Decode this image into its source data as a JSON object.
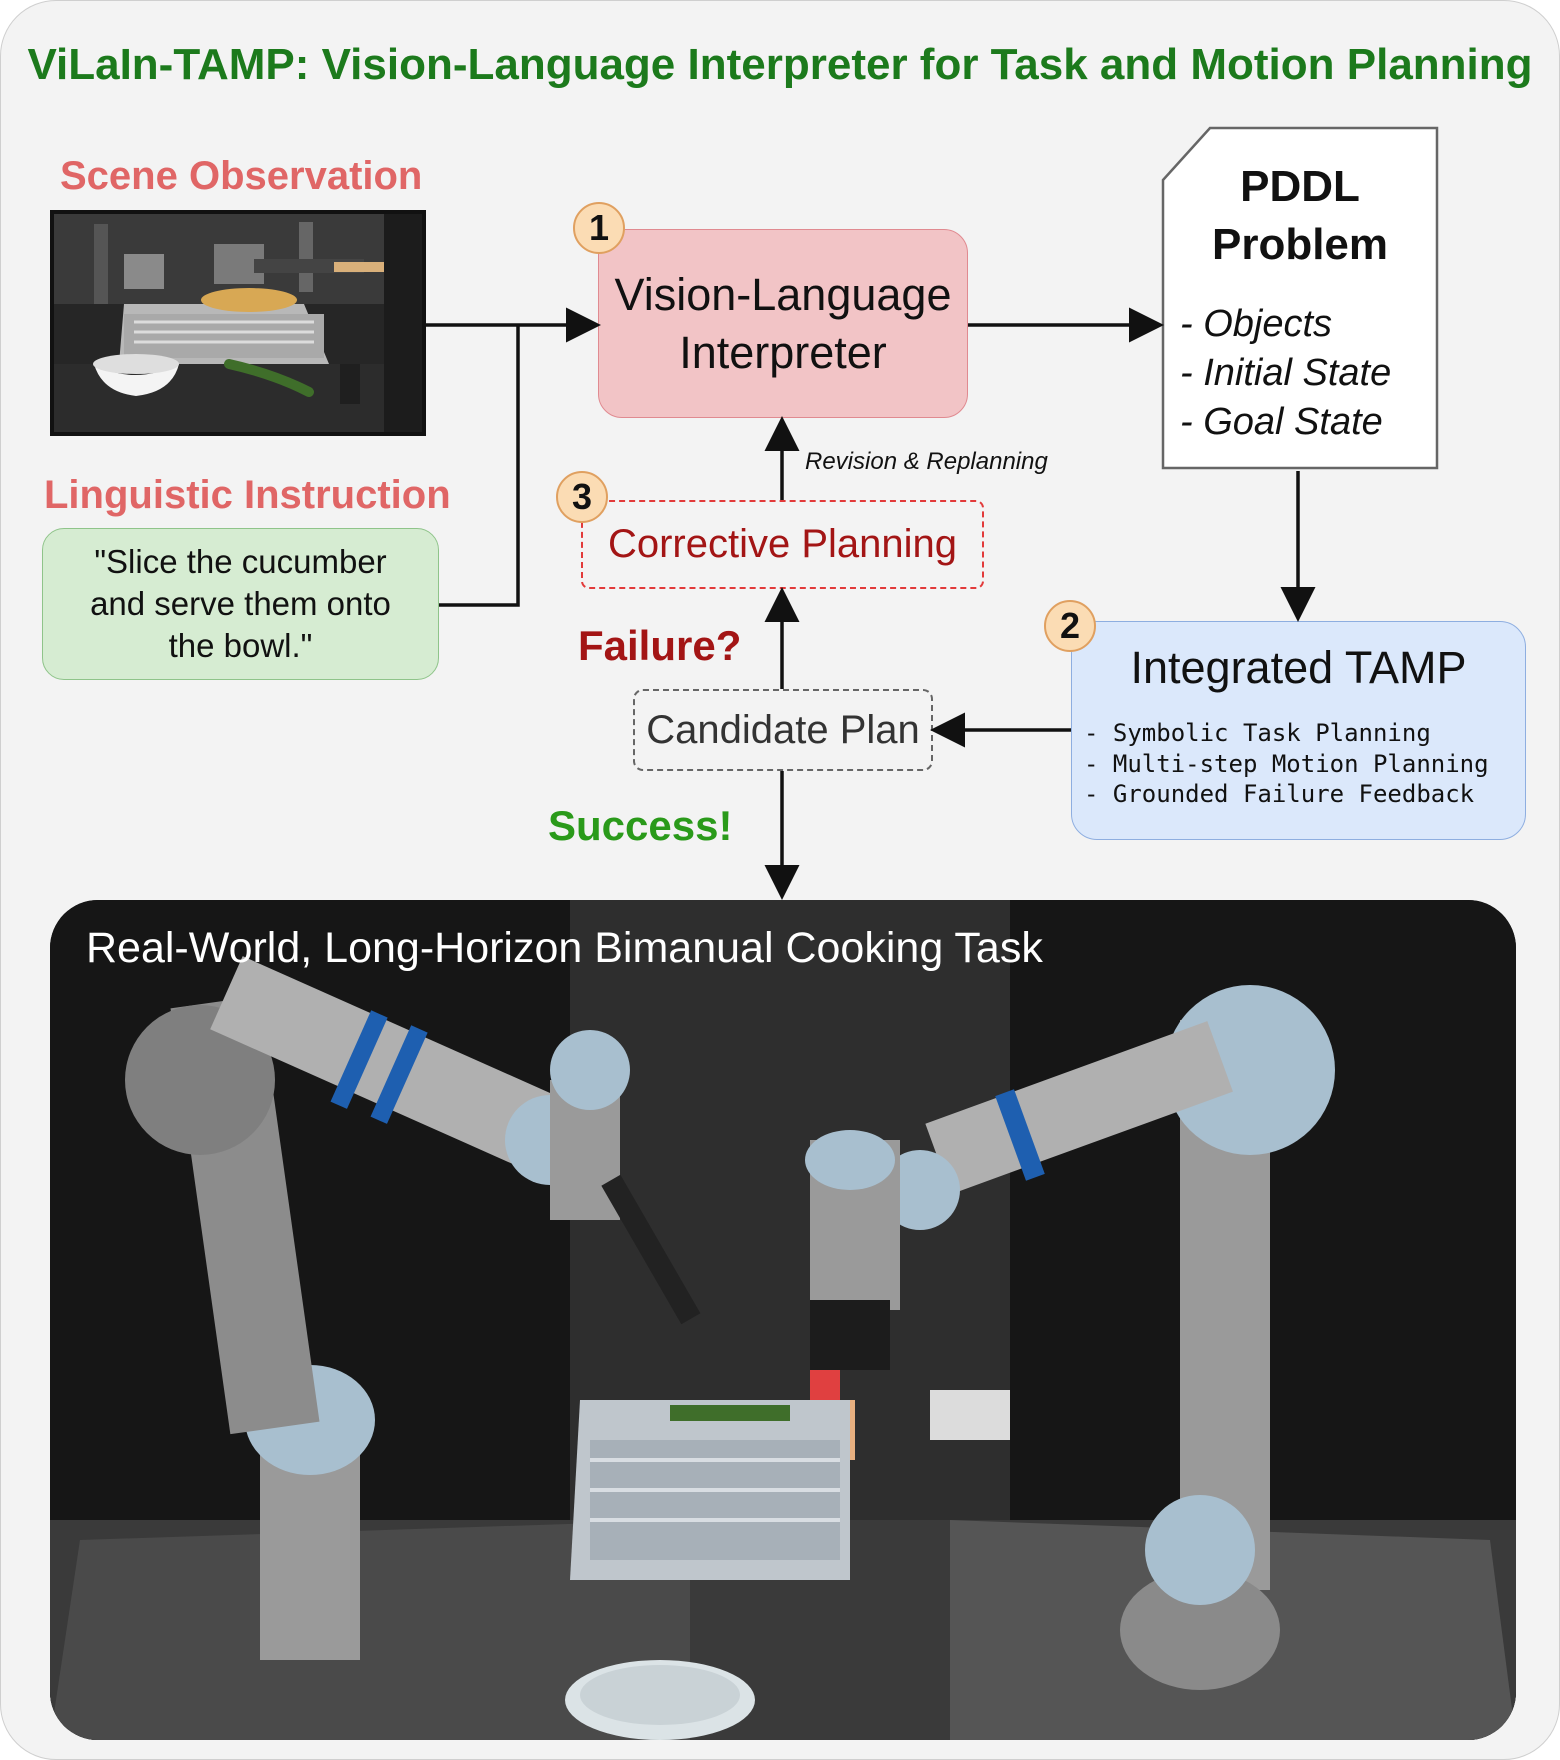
{
  "title": "ViLaIn-TAMP: Vision-Language Interpreter for Task and Motion Planning",
  "scene": {
    "label": "Scene Observation"
  },
  "instruction": {
    "label": "Linguistic Instruction",
    "text": "\"Slice the cucumber and serve them onto the bowl.\""
  },
  "interpreter": {
    "badge": "1",
    "label": "Vision-Language Interpreter"
  },
  "pddl": {
    "title": "PDDL Problem",
    "items": [
      "- Objects",
      "- Initial State",
      "- Goal State"
    ]
  },
  "tamp": {
    "badge": "2",
    "title": "Integrated TAMP",
    "items": [
      "- Symbolic Task Planning",
      "- Multi-step Motion Planning",
      "- Grounded Failure Feedback"
    ]
  },
  "corrective": {
    "badge": "3",
    "label": "Corrective Planning"
  },
  "revision_label": "Revision & Replanning",
  "candidate_label": "Candidate Plan",
  "failure_label": "Failure?",
  "success_label": "Success!",
  "photo": {
    "title": "Real-World, Long-Horizon Bimanual Cooking Task"
  },
  "colors": {
    "title": "#1c7a1c",
    "section_header": "#e06666",
    "interpreter_fill": "#f2c4c6",
    "tamp_fill": "#dbe8fb",
    "instruction_fill": "#d6ecd2",
    "failure": "#a31515",
    "success": "#2a9a1a",
    "badge_fill": "#fbdcb4"
  }
}
